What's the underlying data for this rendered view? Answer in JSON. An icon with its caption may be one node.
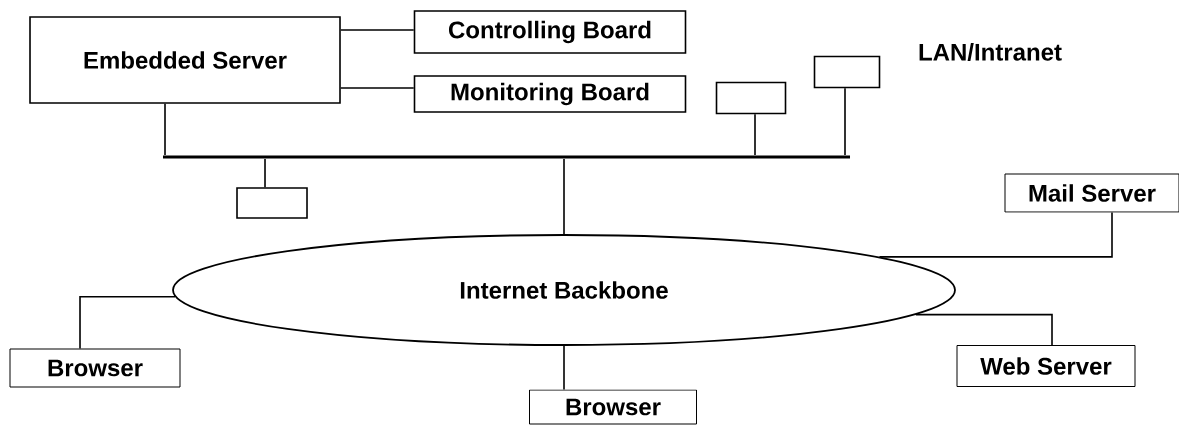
{
  "diagram": {
    "nodes": [
      {
        "text": [
          "Embedded Server"
        ]
      },
      {
        "text": [
          "Controlling Board"
        ]
      },
      {
        "text": [
          "Monitoring Board"
        ]
      },
      {
        "text": [],
        "shape": "box"
      },
      {
        "text": [],
        "shape": "box"
      },
      {
        "text": [],
        "shape": "box"
      },
      {
        "text": [],
        "shape": "bar"
      },
      {
        "text": [
          "Mail Server"
        ]
      },
      {
        "text": [
          "Internet Backbone"
        ]
      },
      {
        "text": [
          "Browser"
        ]
      },
      {
        "text": [
          "Web Server"
        ]
      },
      {
        "text": [
          "Browser"
        ]
      }
    ],
    "edges": [
      {
        "from": 0,
        "to": 1,
        "arrow": "none"
      },
      {
        "from": 0,
        "to": 2,
        "arrow": "none"
      },
      {
        "from": 0,
        "to": 6,
        "arrow": "none"
      },
      {
        "from": 3,
        "to": 6,
        "arrow": "none"
      },
      {
        "from": 4,
        "to": 6,
        "arrow": "none"
      },
      {
        "from": 5,
        "to": 6,
        "arrow": "none"
      },
      {
        "from": 6,
        "to": 8,
        "arrow": "none"
      },
      {
        "from": 8,
        "to": 7,
        "arrow": "none"
      },
      {
        "from": 8,
        "to": 9,
        "arrow": "none"
      },
      {
        "from": 8,
        "to": 11,
        "arrow": "none"
      },
      {
        "from": 8,
        "to": 10,
        "arrow": "none"
      }
    ],
    "labels": [
      "LAN/Intranet"
    ]
  }
}
